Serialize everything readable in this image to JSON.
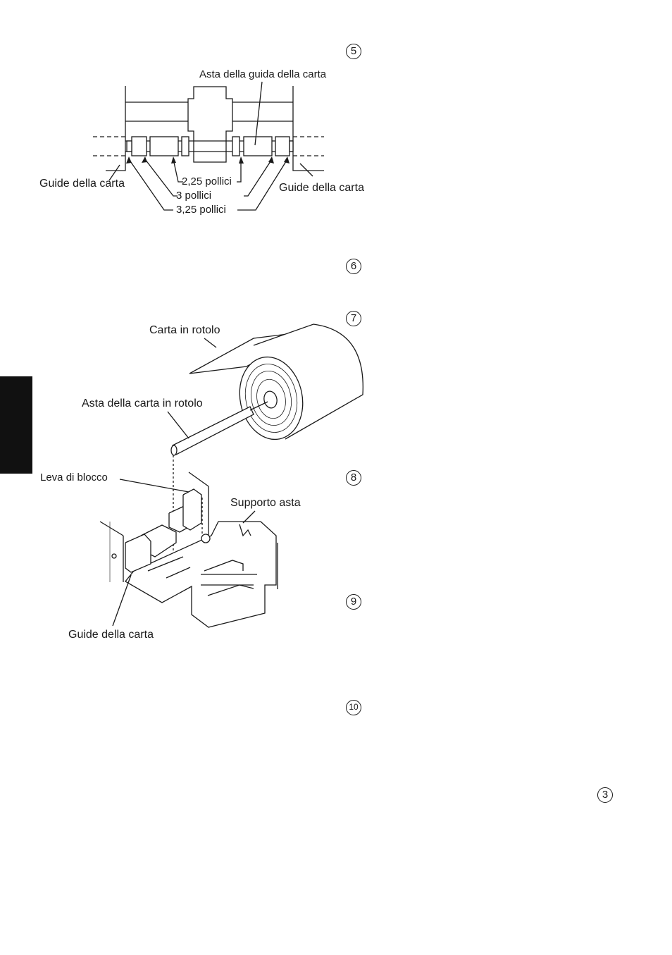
{
  "steps": [
    "5",
    "6",
    "7",
    "8",
    "9",
    "10"
  ],
  "page_number": "3",
  "figure1": {
    "labels": {
      "rod": "Asta della guida della carta",
      "guides_left": "Guide della carta",
      "guides_right": "Guide della carta",
      "w225": "2,25 pollici",
      "w3": "3 pollici",
      "w325": "3,25 pollici"
    }
  },
  "figure2": {
    "labels": {
      "roll_paper": "Carta in rotolo",
      "roll_shaft": "Asta della carta in rotolo",
      "lock_lever": "Leva di blocco",
      "shaft_support": "Supporto asta",
      "guides": "Guide della carta"
    }
  },
  "colors": {
    "ink": "#1a1a1a",
    "tab": "#111111",
    "paper": "#ffffff"
  }
}
